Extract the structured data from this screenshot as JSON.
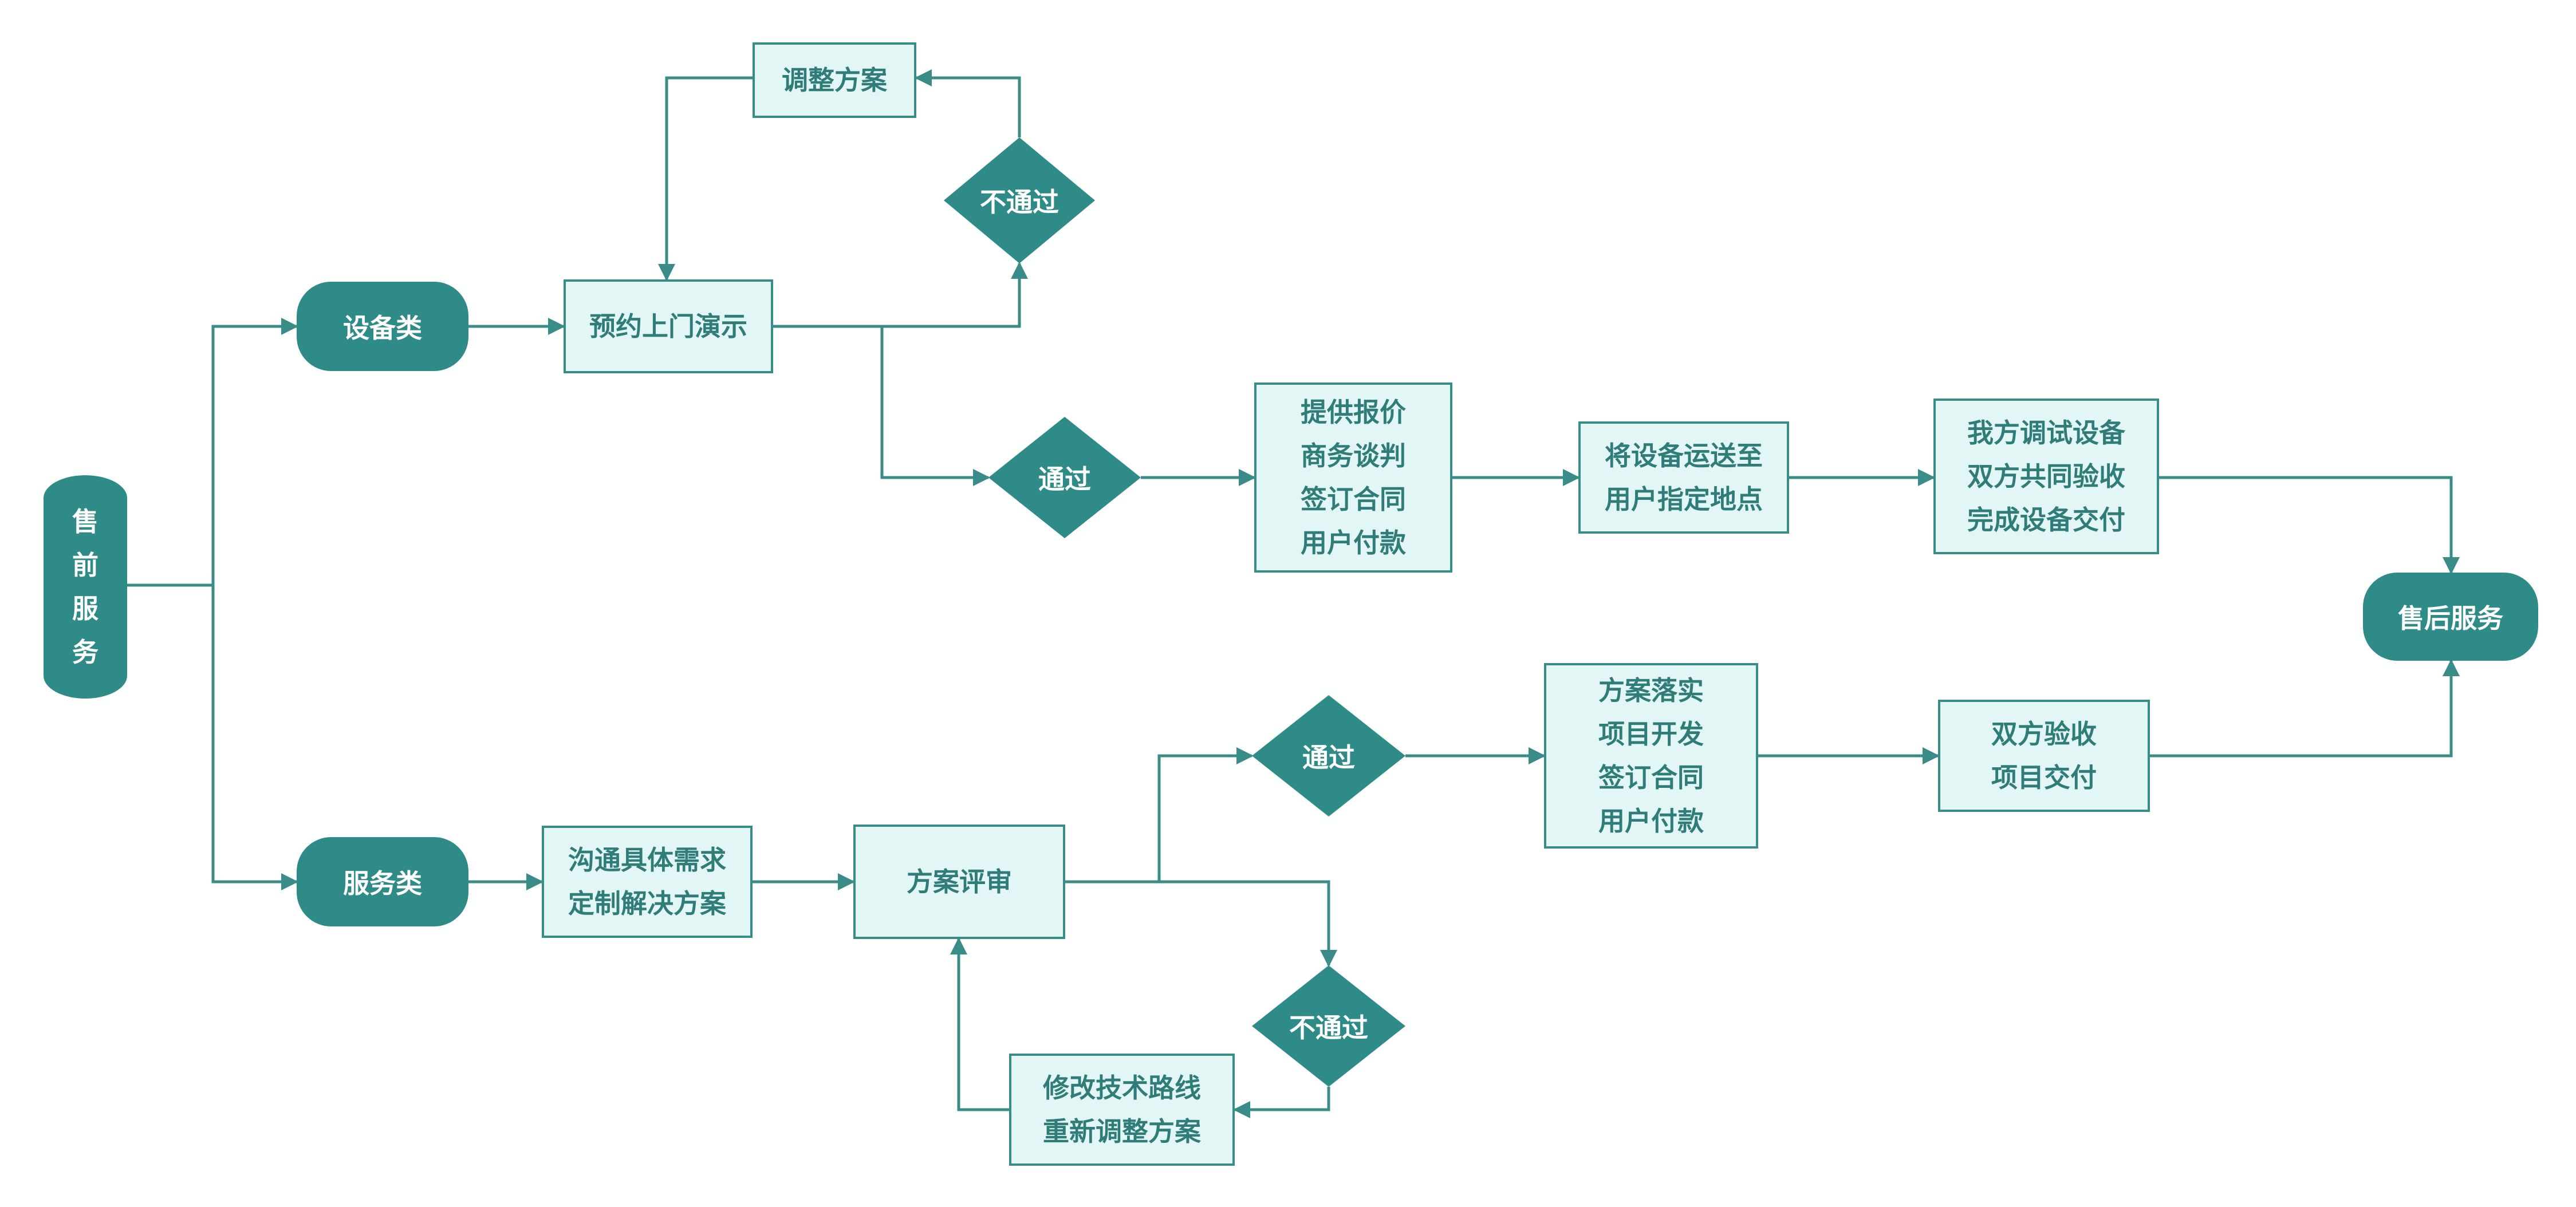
{
  "colors": {
    "primary": "#2e8b87",
    "line": "#3a8c89",
    "box_fill": "#e2f6f5",
    "box_text": "#2f7c79",
    "white": "#ffffff"
  },
  "nodes": {
    "presale": "售前服务",
    "equipment": "设备类",
    "service": "服务类",
    "demo": "预约上门演示",
    "adjust_plan": "调整方案",
    "not_pass_top": "不通过",
    "pass_top": "通过",
    "quote": "提供报价\n商务谈判\n签订合同\n用户付款",
    "ship": "将设备运送至\n用户指定地点",
    "debug": "我方调试设备\n双方共同验收\n完成设备交付",
    "aftersale": "售后服务",
    "communicate": "沟通具体需求\n定制解决方案",
    "review": "方案评审",
    "pass_bottom": "通过",
    "not_pass_bottom": "不通过",
    "implement": "方案落实\n项目开发\n签订合同\n用户付款",
    "accept": "双方验收\n项目交付",
    "modify": "修改技术路线\n重新调整方案"
  },
  "presale_chars": [
    "售",
    "前",
    "服",
    "务"
  ]
}
